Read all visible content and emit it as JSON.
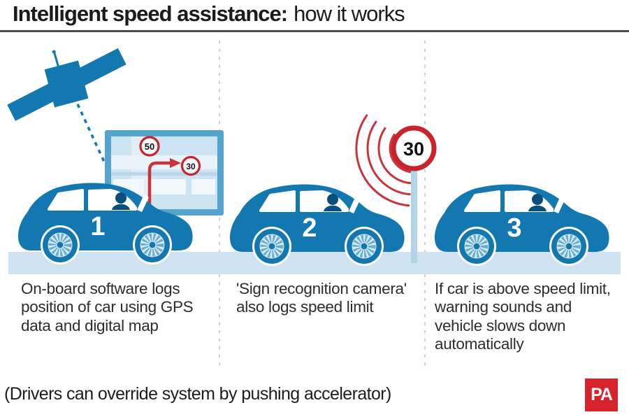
{
  "title": {
    "bold": "Intelligent speed assistance:",
    "regular": "how it works"
  },
  "panels": [
    {
      "number": "1",
      "caption": "On-board software logs position of car using GPS data and digital map"
    },
    {
      "number": "2",
      "caption": "'Sign recognition camera' also logs speed limit"
    },
    {
      "number": "3",
      "caption": "If car is above speed limit, warning sounds and vehicle slows down automatically"
    }
  ],
  "map_screen": {
    "sign_primary": "50",
    "sign_secondary": "30"
  },
  "roadside_sign": {
    "value": "30"
  },
  "footer": {
    "note": "(Drivers can override system by pushing accelerator)",
    "logo_text": "PA"
  },
  "colors": {
    "car_blue": "#1478b0",
    "sign_red": "#c8242b",
    "wave_red": "#c9333c",
    "road_blue": "#cfe2f1",
    "screen_frame_blue": "#54a4ce",
    "screen_bg_blue": "#cde4f2",
    "pa_red": "#d7232c"
  }
}
